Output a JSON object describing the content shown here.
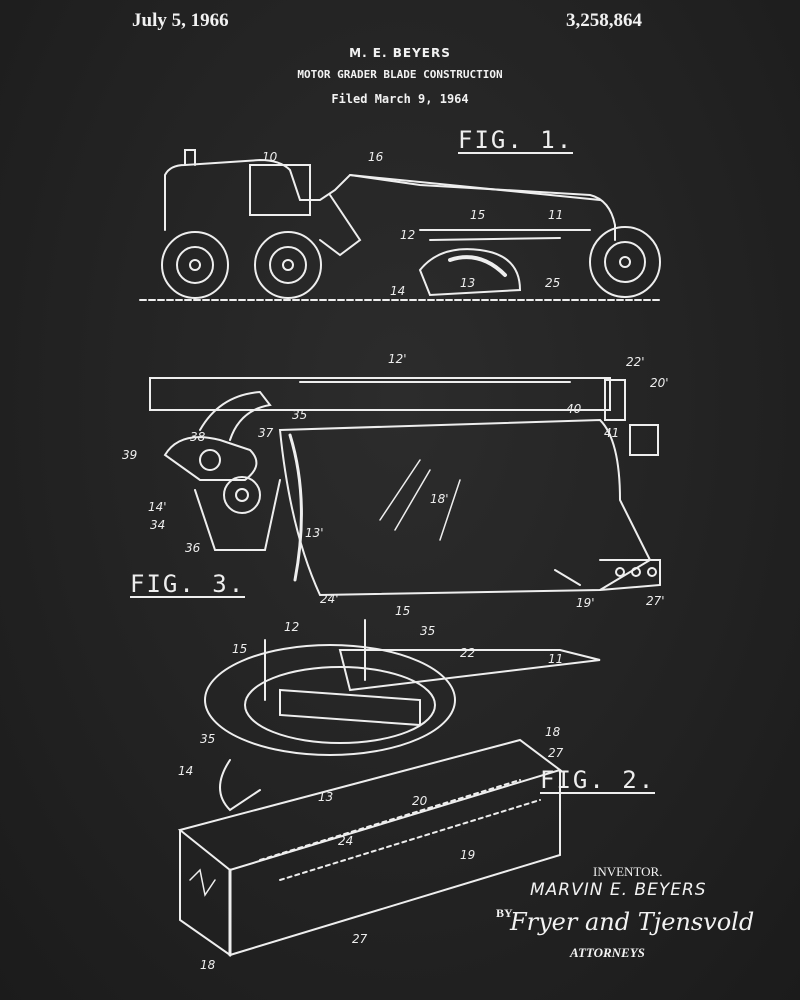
{
  "header": {
    "date": "July 5, 1966",
    "inventor": "M. E. BEYERS",
    "patent_number": "3,258,864",
    "title": "MOTOR GRADER BLADE CONSTRUCTION",
    "filed": "Filed March 9, 1964"
  },
  "figures": {
    "fig1": {
      "label": "FIG. 1.",
      "refs": [
        "10",
        "16",
        "15",
        "11",
        "12",
        "13",
        "14",
        "25"
      ]
    },
    "fig3": {
      "label": "FIG. 3.",
      "refs": [
        "12'",
        "22'",
        "20'",
        "35",
        "40",
        "41",
        "38",
        "37",
        "39",
        "14'",
        "34",
        "18'",
        "13'",
        "36",
        "24'",
        "19'",
        "27'"
      ]
    },
    "fig2": {
      "label": "FIG. 2.",
      "refs": [
        "15",
        "15",
        "12",
        "35",
        "22",
        "11",
        "18",
        "27",
        "35",
        "14",
        "13",
        "20",
        "24",
        "19",
        "18",
        "27"
      ]
    }
  },
  "signature_block": {
    "inventor_label": "INVENTOR.",
    "inventor_name": "MARVIN E. BEYERS",
    "by": "BY",
    "attorney_signature": "Fryer and Tjensvold",
    "attorneys_label": "ATTORNEYS"
  }
}
